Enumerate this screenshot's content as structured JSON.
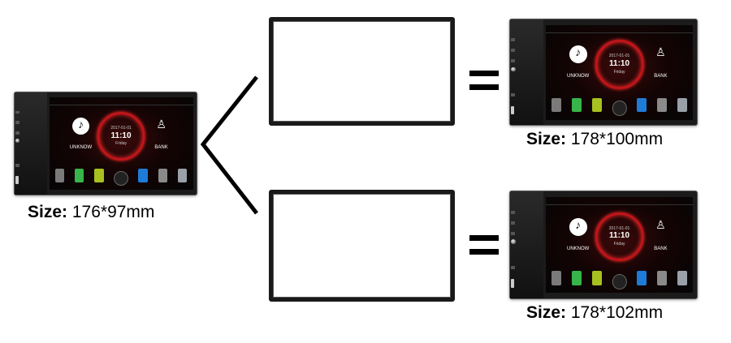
{
  "units": [
    {
      "size_label": "Size:",
      "size_value": "176*97mm"
    },
    {
      "size_label": "Size:",
      "size_value": "178*100mm"
    },
    {
      "size_label": "Size:",
      "size_value": "178*102mm"
    }
  ],
  "equals_sign": "=",
  "screen": {
    "date": "2017-01-01",
    "time": "11:10",
    "day": "Friday",
    "track": "UNKNOW",
    "band": "BANK",
    "app_colors": [
      "#7a7a7a",
      "#38b54a",
      "#a8c020",
      "#1f7bd8",
      "#8a8a8a",
      "#9aa0a8"
    ]
  }
}
